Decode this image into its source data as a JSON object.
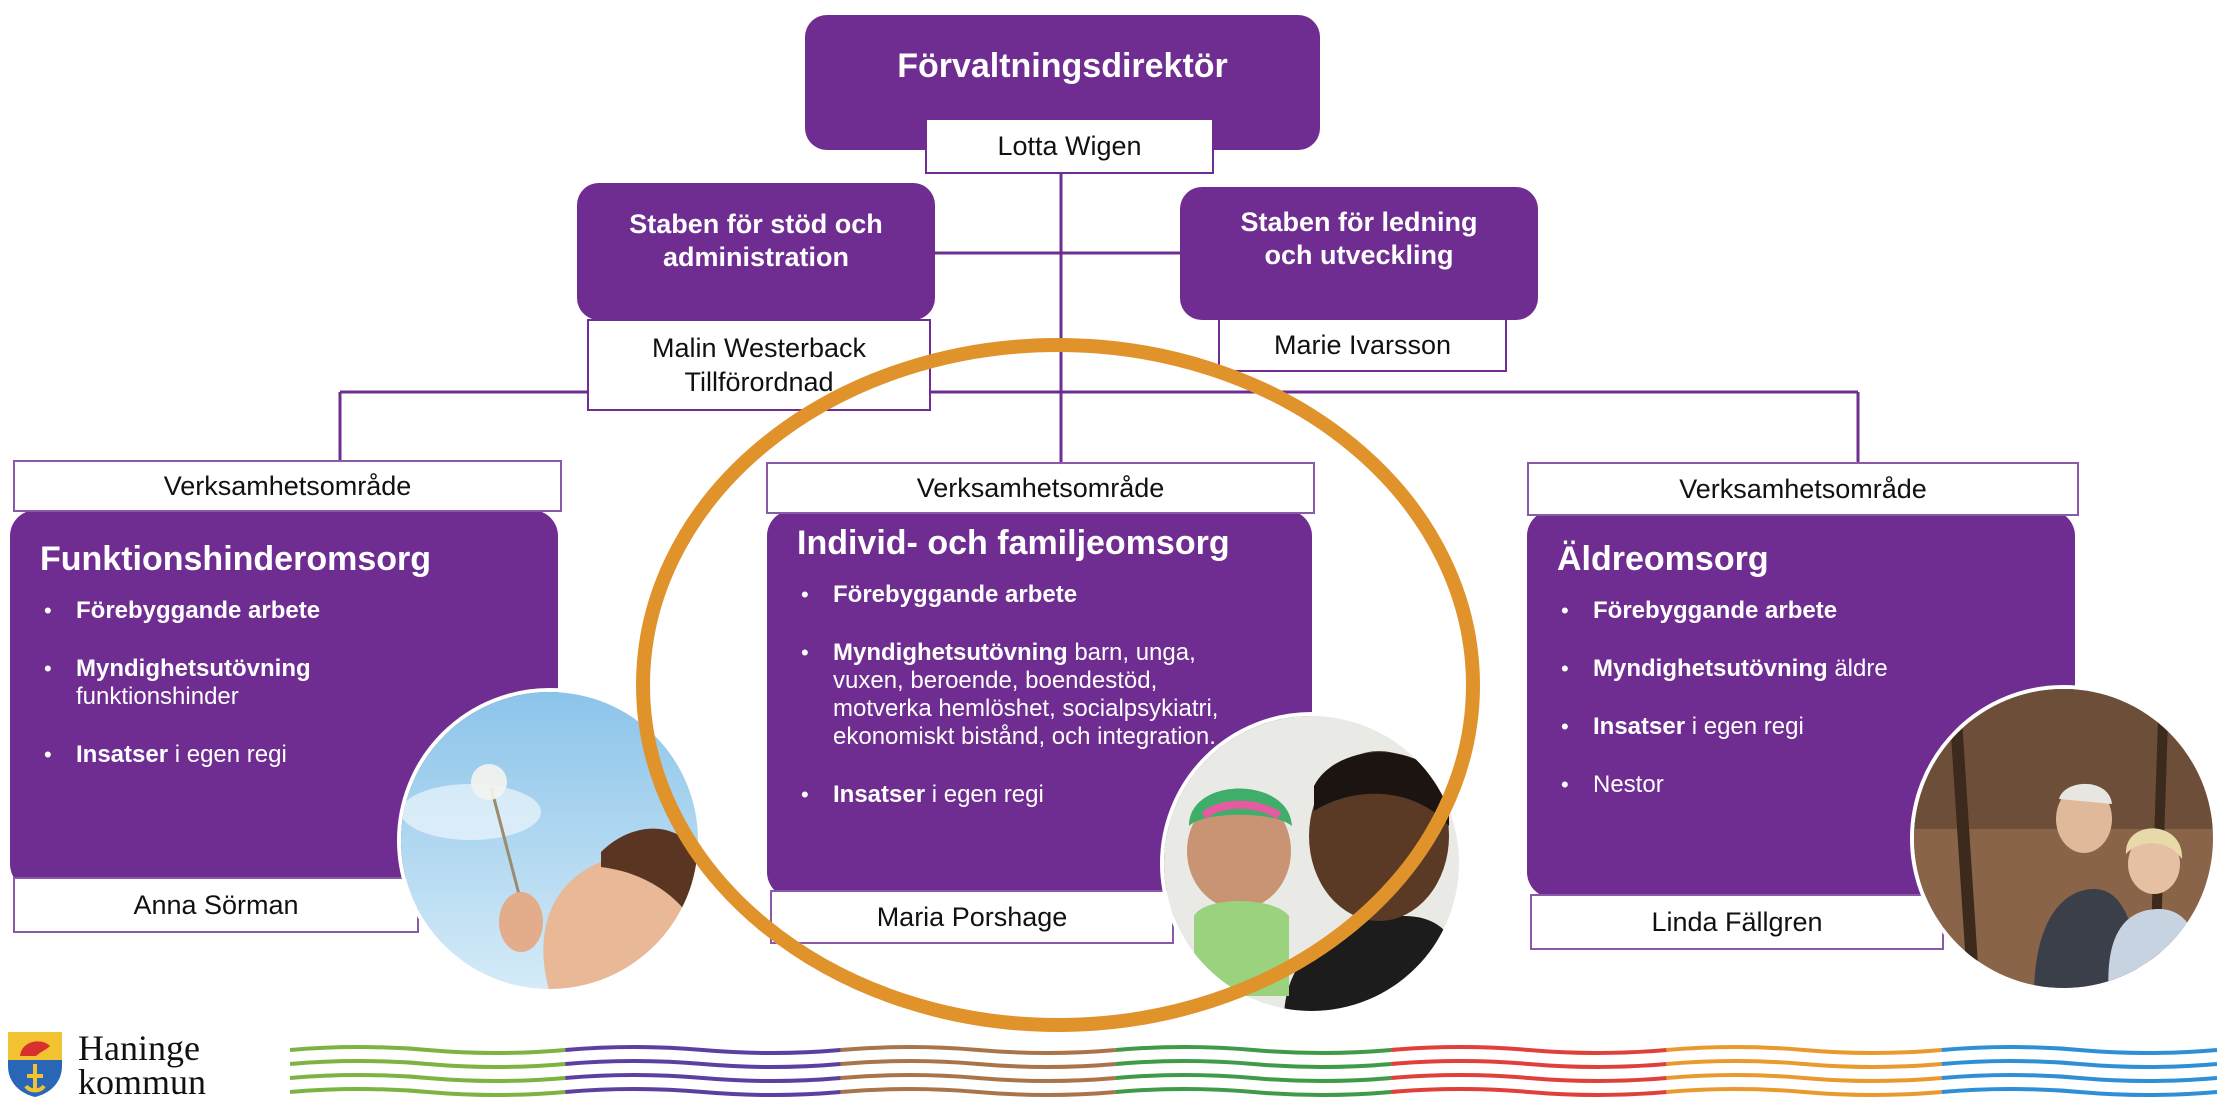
{
  "director": {
    "title": "Förvaltningsdirektör",
    "name": "Lotta Wigen"
  },
  "staff_left": {
    "title_line1": "Staben för stöd och",
    "title_line2": "administration",
    "name_line1": "Malin Westerback",
    "name_line2": "Tillförordnad"
  },
  "staff_right": {
    "title_line1": "Staben för ledning",
    "title_line2": "och utveckling",
    "name": "Marie Ivarsson"
  },
  "areas": [
    {
      "label": "Verksamhetsområde",
      "title": "Funktionshinderomsorg",
      "items": [
        {
          "bold": "Förebyggande arbete",
          "rest": ""
        },
        {
          "bold": "Myndighetsutövning",
          "rest": "funktionshinder"
        },
        {
          "bold": "Insatser",
          "rest": " i egen regi"
        }
      ],
      "manager": "Anna Sörman"
    },
    {
      "label": "Verksamhetsområde",
      "title": "Individ- och familjeomsorg",
      "items": [
        {
          "bold": "Förebyggande arbete",
          "rest": ""
        },
        {
          "bold": "Myndighetsutövning",
          "rest": " barn, unga, vuxen, beroende, boendestöd, motverka hemlöshet, socialpsykiatri, ekonomiskt bistånd, och integration."
        },
        {
          "bold": "Insatser",
          "rest": " i egen regi"
        }
      ],
      "manager": "Maria Porshage"
    },
    {
      "label": "Verksamhetsområde",
      "title": "Äldreomsorg",
      "items": [
        {
          "bold": "Förebyggande arbete",
          "rest": ""
        },
        {
          "bold": "Myndighetsutövning",
          "rest": " äldre"
        },
        {
          "bold": "Insatser",
          "rest": " i egen regi"
        },
        {
          "bold": "",
          "rest": "Nestor"
        }
      ],
      "manager": "Linda Fällgren"
    }
  ],
  "logo": {
    "line1": "Haninge",
    "line2": "kommun"
  },
  "colors": {
    "purple": "#6f2c91",
    "highlight": "#e0922b"
  },
  "wave_colors": [
    "#7cb342",
    "#5c3f9e",
    "#a9744a",
    "#3f9a4a",
    "#e0403a",
    "#e89a2c",
    "#2f8fd6"
  ]
}
